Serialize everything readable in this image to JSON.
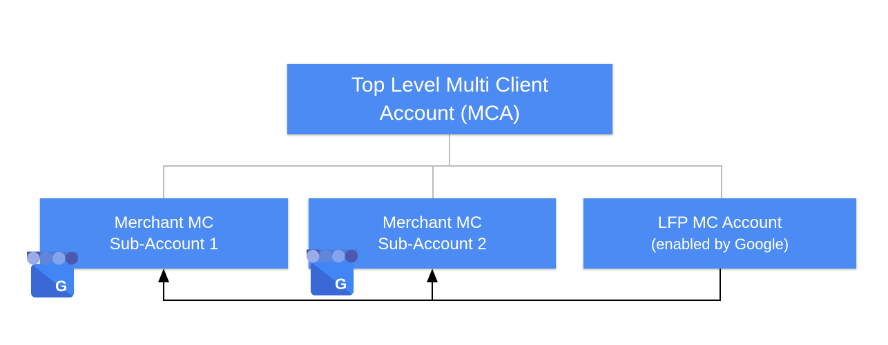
{
  "colors": {
    "node_fill": "#4C8BF4",
    "node_text": "#FFFFFF",
    "connector": "#BDBDBD",
    "arrow": "#000000",
    "business_icon_blue": "#4285F4"
  },
  "diagram": {
    "root": {
      "line1": "Top Level Multi Client",
      "line2": "Account (MCA)"
    },
    "children": [
      {
        "line1": "Merchant MC",
        "line2": "Sub-Account 1",
        "has_business_icon": true
      },
      {
        "line1": "Merchant MC",
        "line2": "Sub-Account 2",
        "has_business_icon": true
      },
      {
        "line1": "LFP MC Account",
        "line2": "(enabled by Google)",
        "has_business_icon": false
      }
    ],
    "business_icon": {
      "letter": "G"
    }
  }
}
